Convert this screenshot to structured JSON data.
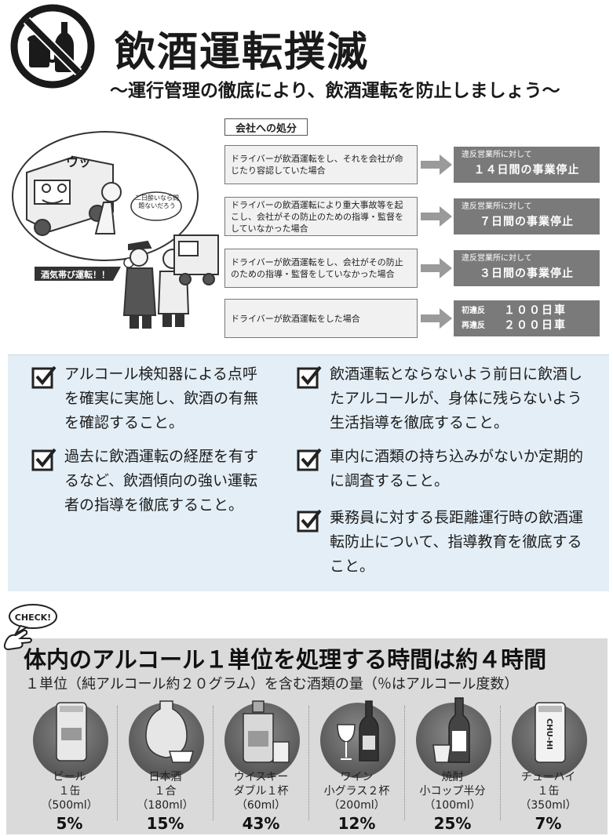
{
  "header": {
    "title": "飲酒運転撲滅",
    "subtitle": "〜運行管理の徹底により、飲酒運転を防止しましょう〜",
    "icon": "no-alcohol-icon"
  },
  "illustration": {
    "truck_text": "ウッ",
    "speech_bubble": "二日酔いなら問題ないだろう",
    "sign_text": "酒気帯び運転！！"
  },
  "penalties": {
    "header": "会社への処分",
    "rows": [
      {
        "condition": "ドライバーが飲酒運転をし、それを会社が命じたり容認していた場合",
        "result_label": "違反営業所に対して",
        "result_value": "１４日間の事業停止"
      },
      {
        "condition": "ドライバーの飲酒運転により重大事故等を起こし、会社がその防止のための指導・監督をしていなかった場合",
        "result_label": "違反営業所に対して",
        "result_value": "７日間の事業停止"
      },
      {
        "condition": "ドライバーが飲酒運転をし、会社がその防止のための指導・監督をしていなかった場合",
        "result_label": "違反営業所に対して",
        "result_value": "３日間の事業停止"
      },
      {
        "condition": "ドライバーが飲酒運転をした場合",
        "first_label": "初違反",
        "first_value": "１００日車",
        "repeat_label": "再違反",
        "repeat_value": "２００日車"
      }
    ]
  },
  "checklist": {
    "items": [
      "アルコール検知器による点呼を確実に実施し、飲酒の有無を確認すること。",
      "過去に飲酒運転の経歴を有するなど、飲酒傾向の強い運転者の指導を徹底すること。",
      "飲酒運転とならないよう前日に飲酒したアルコールが、身体に残らないよう生活指導を徹底すること。",
      "車内に酒類の持ち込みがないか定期的に調査すること。",
      "乗務員に対する長距離運行時の飲酒運転防止について、指導教育を徹底すること。"
    ]
  },
  "badge": {
    "text": "CHECK!"
  },
  "alcohol_unit": {
    "title": "体内のアルコール１単位を処理する時間は約４時間",
    "subtitle": "１単位（純アルコール約２０グラム）を含む酒類の量（％はアルコール度数）",
    "drinks": [
      {
        "name": "ビール",
        "quantity": "１缶",
        "volume": "（500ml）",
        "percent": "5%",
        "percent_value": 5
      },
      {
        "name": "日本酒",
        "quantity": "１合",
        "volume": "（180ml）",
        "percent": "15%",
        "percent_value": 15
      },
      {
        "name": "ウイスキー",
        "quantity": "ダブル１杯",
        "volume": "（60ml）",
        "percent": "43%",
        "percent_value": 43
      },
      {
        "name": "ワイン",
        "quantity": "小グラス２杯",
        "volume": "（200ml）",
        "percent": "12%",
        "percent_value": 12
      },
      {
        "name": "焼酎",
        "quantity": "小コップ半分",
        "volume": "（100ml）",
        "percent": "25%",
        "percent_value": 25
      },
      {
        "name": "チューハイ",
        "quantity": "１缶",
        "volume": "（350ml）",
        "percent": "7%",
        "percent_value": 7
      }
    ],
    "chuhai_label": "CHU-HI"
  },
  "colors": {
    "result_box": "#7a7a7a",
    "panel_bg": "#e3eef6",
    "unit_bg": "#dadada"
  }
}
